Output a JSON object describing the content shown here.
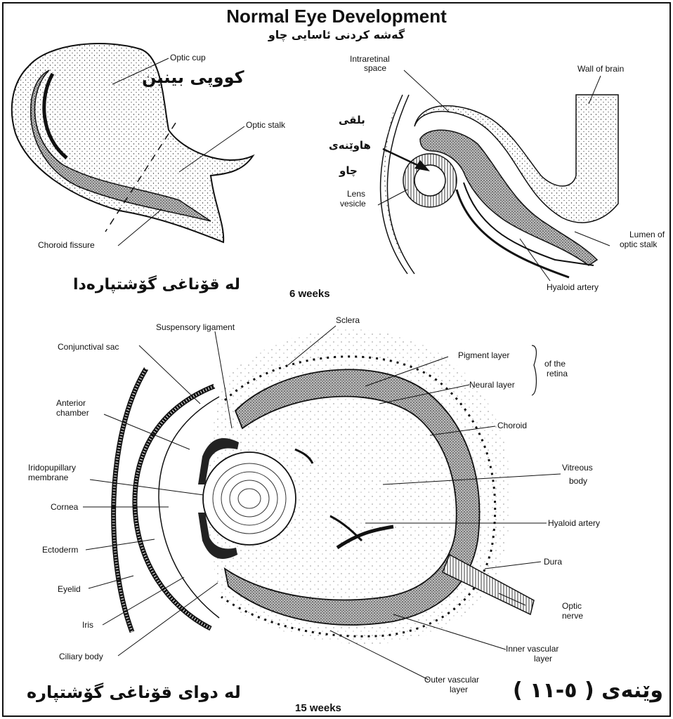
{
  "title": "Normal Eye Development",
  "subtitle_kurdish": "گەشە کردنی ئاسایی چاو",
  "top_diagram": {
    "optic_cup": "Optic cup",
    "optic_cup_kurdish": "کووپی بینین",
    "optic_stalk": "Optic stalk",
    "choroid_fissure": "Choroid fissure",
    "intraretinal_space_1": "Intraretinal",
    "intraretinal_space_2": "space",
    "wall_of_brain": "Wall of brain",
    "lens_vesicle_kurdish_1": "بلقی",
    "lens_vesicle_kurdish_2": "هاوێنەی",
    "lens_vesicle_kurdish_3": "چاو",
    "lens_vesicle_1": "Lens",
    "lens_vesicle_2": "vesicle",
    "lumen_1": "Lumen of",
    "lumen_2": "optic stalk",
    "hyaloid_artery": "Hyaloid artery",
    "stage_kurdish": "لە قۆناغی گۆشتپارەدا",
    "weeks": "6 weeks"
  },
  "bottom_diagram": {
    "suspensory_ligament": "Suspensory ligament",
    "sclera": "Sclera",
    "conjunctival_sac": "Conjunctival sac",
    "pigment_layer": "Pigment layer",
    "neural_layer": "Neural layer",
    "of_the_retina_1": "of the",
    "of_the_retina_2": "retina",
    "anterior_chamber_1": "Anterior",
    "anterior_chamber_2": "chamber",
    "choroid": "Choroid",
    "iridopupillary_1": "Iridopupillary",
    "iridopupillary_2": "membrane",
    "vitreous_body_1": "Vitreous",
    "vitreous_body_2": "body",
    "cornea": "Cornea",
    "hyaloid_artery": "Hyaloid artery",
    "ectoderm": "Ectoderm",
    "dura": "Dura",
    "eyelid": "Eyelid",
    "optic_nerve_1": "Optic",
    "optic_nerve_2": "nerve",
    "iris": "Iris",
    "ciliary_body": "Ciliary body",
    "inner_vascular_1": "Inner vascular",
    "inner_vascular_2": "layer",
    "outer_vascular_1": "Outer vascular",
    "outer_vascular_2": "layer",
    "stage_kurdish": "لە دوای قۆناغی گۆشتپارە",
    "weeks": "15 weeks",
    "figure_number": "وێنەی ( ٥-١١ )"
  }
}
